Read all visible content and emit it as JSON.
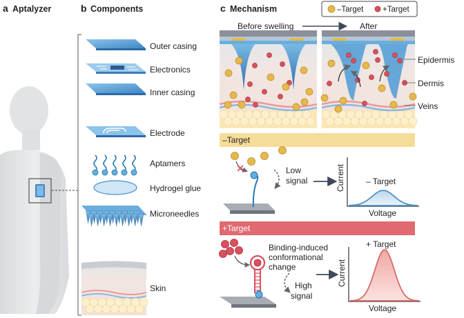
{
  "panels": {
    "a": {
      "letter": "a",
      "title": "Aptalyzer"
    },
    "b": {
      "letter": "b",
      "title": "Components"
    },
    "c": {
      "letter": "c",
      "title": "Mechanism"
    }
  },
  "components": [
    {
      "key": "outer",
      "label": "Outer casing"
    },
    {
      "key": "electronics",
      "label": "Electronics"
    },
    {
      "key": "inner",
      "label": "Inner casing"
    },
    {
      "key": "electrode",
      "label": "Electrode"
    },
    {
      "key": "aptamers",
      "label": "Aptamers"
    },
    {
      "key": "hydrogel",
      "label": "Hydrogel glue"
    },
    {
      "key": "microneedles",
      "label": "Microneedles"
    },
    {
      "key": "skin",
      "label": "Skin"
    }
  ],
  "legend": {
    "minus": "–Target",
    "plus": "+Target",
    "minus_color": "#e7b94c",
    "plus_color": "#d9505e"
  },
  "swelling": {
    "before": "Before swelling",
    "after": "After"
  },
  "layers": {
    "epidermis": "Epidermis",
    "dermis": "Dermis",
    "veins": "Veins"
  },
  "minus_section": {
    "banner": "–Target",
    "signal_line1": "Low",
    "signal_line2": "signal",
    "plot_title": "– Target",
    "ylabel": "Current",
    "xlabel": "Voltage",
    "banner_color": "#f5dc9a"
  },
  "plus_section": {
    "banner": "+Target",
    "conf_line1": "Binding-induced",
    "conf_line2": "conformational",
    "conf_line3": "change",
    "signal_line1": "High",
    "signal_line2": "signal",
    "plot_title": "+ Target",
    "ylabel": "Current",
    "xlabel": "Voltage",
    "banner_color": "#e06a70"
  },
  "colors": {
    "device_blue": "#5b9fd6",
    "casing_gray": "#8a8f99",
    "skin_pink": "#efdcd6",
    "fat_yellow": "#fbe8b6",
    "body_gray": "#e3e4e6"
  }
}
